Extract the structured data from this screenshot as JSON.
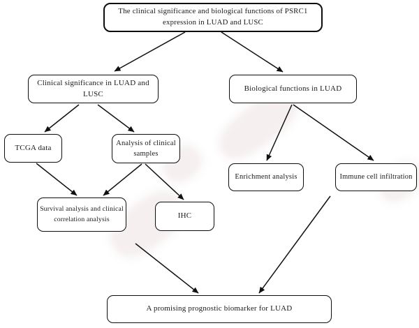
{
  "diagram": {
    "type": "flowchart",
    "background_color": "#ffffff",
    "box_border_color": "#000000",
    "box_fill_color": "#ffffff",
    "text_color": "#1a1a1a",
    "arrow_color": "#111111"
  },
  "nodes": {
    "root": {
      "label": "The clinical significance and biological functions of PSRC1 expression in LUAD and LUSC"
    },
    "clinical": {
      "label": "Clinical significance in LUAD and LUSC"
    },
    "biological": {
      "label": "Biological functions in LUAD"
    },
    "tcga": {
      "label": "TCGA data"
    },
    "samples": {
      "label": "Analysis of clinical samples"
    },
    "survival": {
      "label": "Survival analysis and clinical correlation analysis"
    },
    "ihc": {
      "label": "IHC"
    },
    "enrichment": {
      "label": "Enrichment analysis"
    },
    "immune": {
      "label": "Immune cell infiltration"
    },
    "conclusion": {
      "label": "A promising prognostic biomarker for LUAD"
    }
  },
  "edges": [
    {
      "from": "root",
      "to": "clinical"
    },
    {
      "from": "root",
      "to": "biological"
    },
    {
      "from": "clinical",
      "to": "tcga"
    },
    {
      "from": "clinical",
      "to": "samples"
    },
    {
      "from": "tcga",
      "to": "survival"
    },
    {
      "from": "samples",
      "to": "survival"
    },
    {
      "from": "samples",
      "to": "ihc"
    },
    {
      "from": "biological",
      "to": "enrichment"
    },
    {
      "from": "biological",
      "to": "immune"
    },
    {
      "from": "survival",
      "to": "conclusion"
    },
    {
      "from": "immune",
      "to": "conclusion"
    }
  ]
}
